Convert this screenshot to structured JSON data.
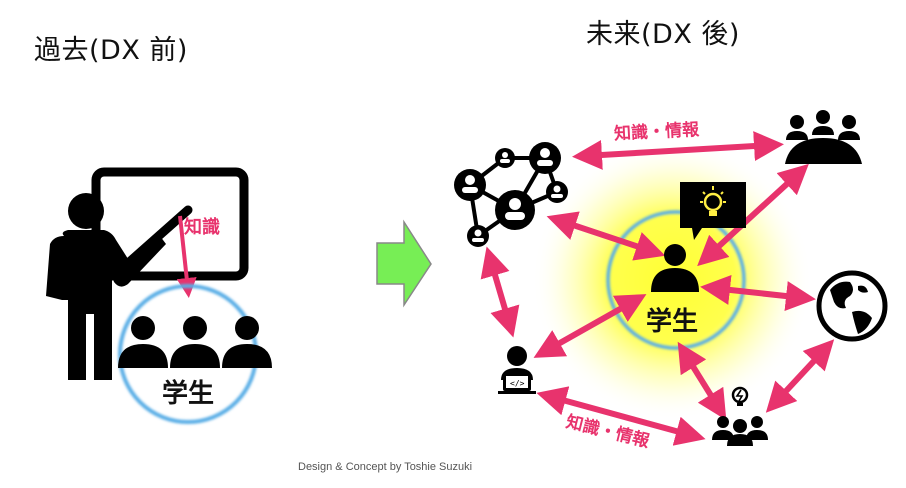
{
  "titles": {
    "past": "過去(DX 前)",
    "future": "未来(DX 後)"
  },
  "past": {
    "arrow_label": "知識",
    "student_label": "学生"
  },
  "future": {
    "student_label": "学生",
    "top_arrow_label": "知識・情報",
    "bottom_arrow_label": "知識・情報",
    "nodes": [
      {
        "name": "network",
        "icon": "network-people-icon"
      },
      {
        "name": "meeting",
        "icon": "meeting-table-icon"
      },
      {
        "name": "world",
        "icon": "globe-icon"
      },
      {
        "name": "team-ideas",
        "icon": "team-lightbulb-icon"
      },
      {
        "name": "developer",
        "icon": "developer-laptop-icon"
      },
      {
        "name": "idea",
        "icon": "lightbulb-speech-icon"
      }
    ]
  },
  "credit": "Design & Concept by Toshie Suzuki",
  "colors": {
    "arrow": "#e8336d",
    "ring": "#5aaee6",
    "glow": "#ffff33",
    "transition_arrow_fill": "#77ee55",
    "transition_arrow_stroke": "#888888",
    "icon": "#000000"
  }
}
